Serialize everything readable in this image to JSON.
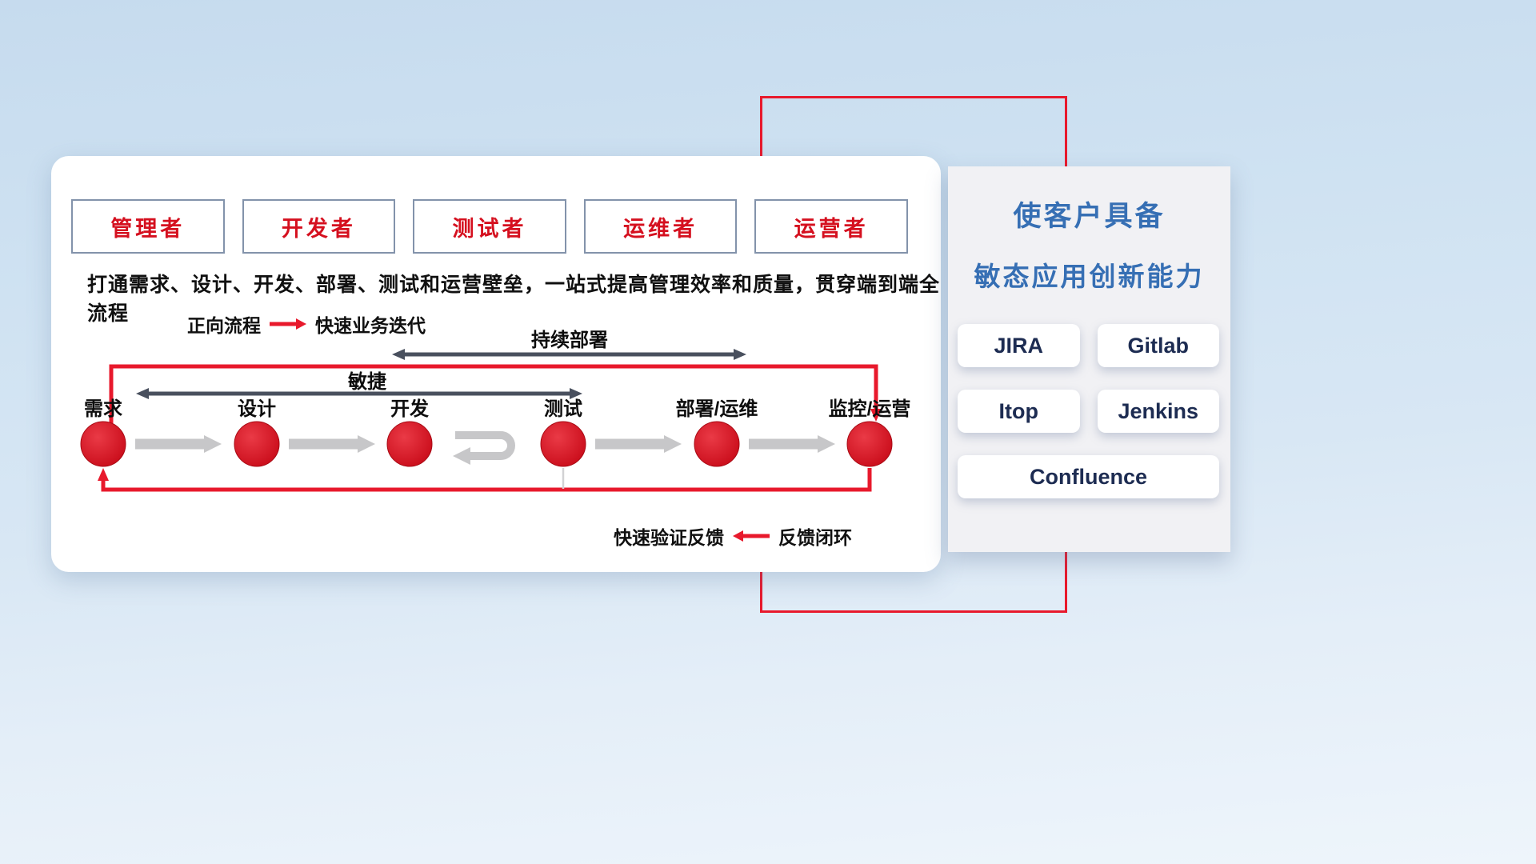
{
  "roles": [
    "管理者",
    "开发者",
    "测试者",
    "运维者",
    "运营者"
  ],
  "description": "打通需求、设计、开发、部署、测试和运营壁垒，一站式提高管理效率和质量，贯穿端到端全流程",
  "legend_forward": {
    "label": "正向流程",
    "value": "快速业务迭代"
  },
  "legend_feedback": {
    "label": "快速验证反馈",
    "value": "反馈闭环"
  },
  "flow": {
    "agile_label": "敏捷",
    "cd_label": "持续部署",
    "stages": [
      "需求",
      "设计",
      "开发",
      "测试",
      "部署/运维",
      "监控/运营"
    ]
  },
  "right_panel": {
    "title_line1": "使客户具备",
    "title_line2": "敏态应用创新能力",
    "tools": [
      "JIRA",
      "Gitlab",
      "Itop",
      "Jenkins",
      "Confluence"
    ]
  },
  "colors": {
    "red": "#e8192c",
    "blue": "#366fb4",
    "navy": "#1d2c52",
    "slate": "#49505e",
    "gray_arrow": "#c7c7c9"
  }
}
